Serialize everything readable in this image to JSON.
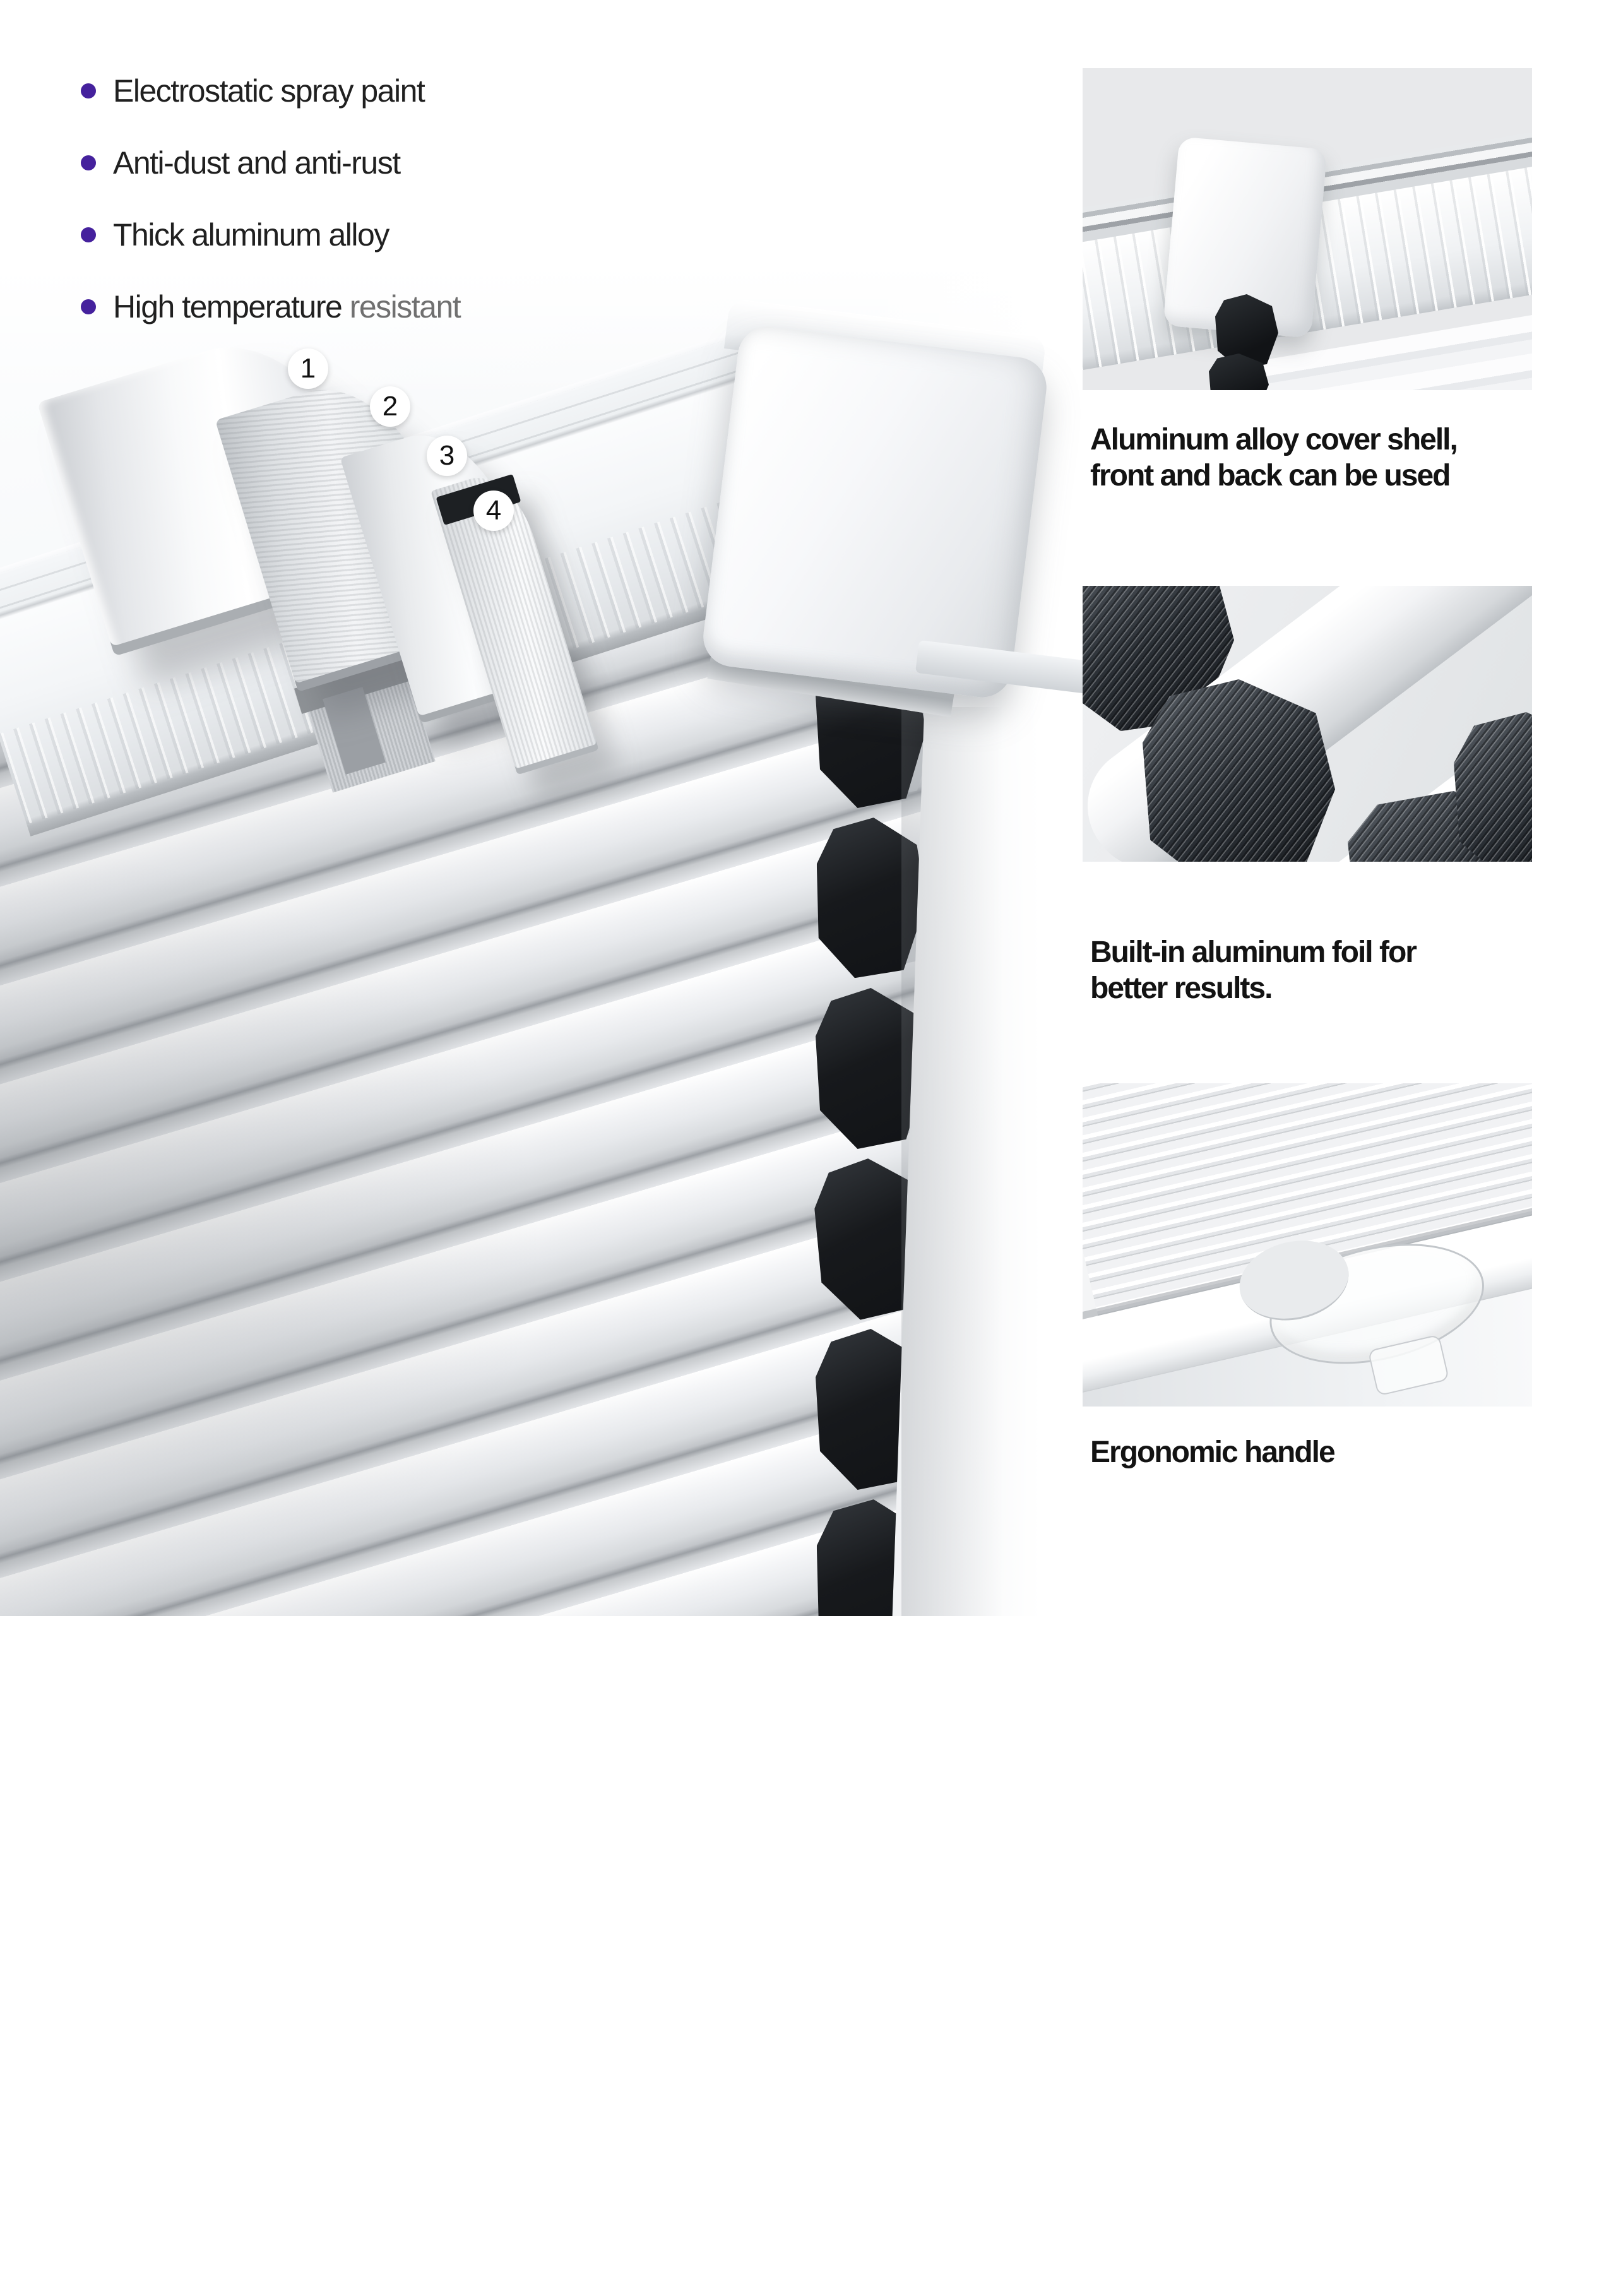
{
  "features": {
    "items": [
      {
        "text": "Electrostatic spray paint",
        "muted": ""
      },
      {
        "text": "Anti-dust and anti-rust",
        "muted": ""
      },
      {
        "text": "Thick aluminum alloy",
        "muted": ""
      },
      {
        "text": "High temperature ",
        "muted": "resistant"
      }
    ]
  },
  "diagram": {
    "layer_labels": [
      "1",
      "2",
      "3",
      "4"
    ]
  },
  "panels": [
    {
      "caption_line1": "Aluminum alloy cover shell,",
      "caption_line2": "front and back can be used"
    },
    {
      "caption_line1": "Built-in aluminum foil for",
      "caption_line2": "better results."
    },
    {
      "caption_line1": "Ergonomic handle",
      "caption_line2": ""
    }
  ],
  "colors": {
    "bullet": "#45219d",
    "text": "#202020",
    "muted": "#707070",
    "caption": "#131313",
    "card_bg": "#e8e9eb",
    "hex_dark": "#111316",
    "photo_bg": "#edeff2"
  }
}
